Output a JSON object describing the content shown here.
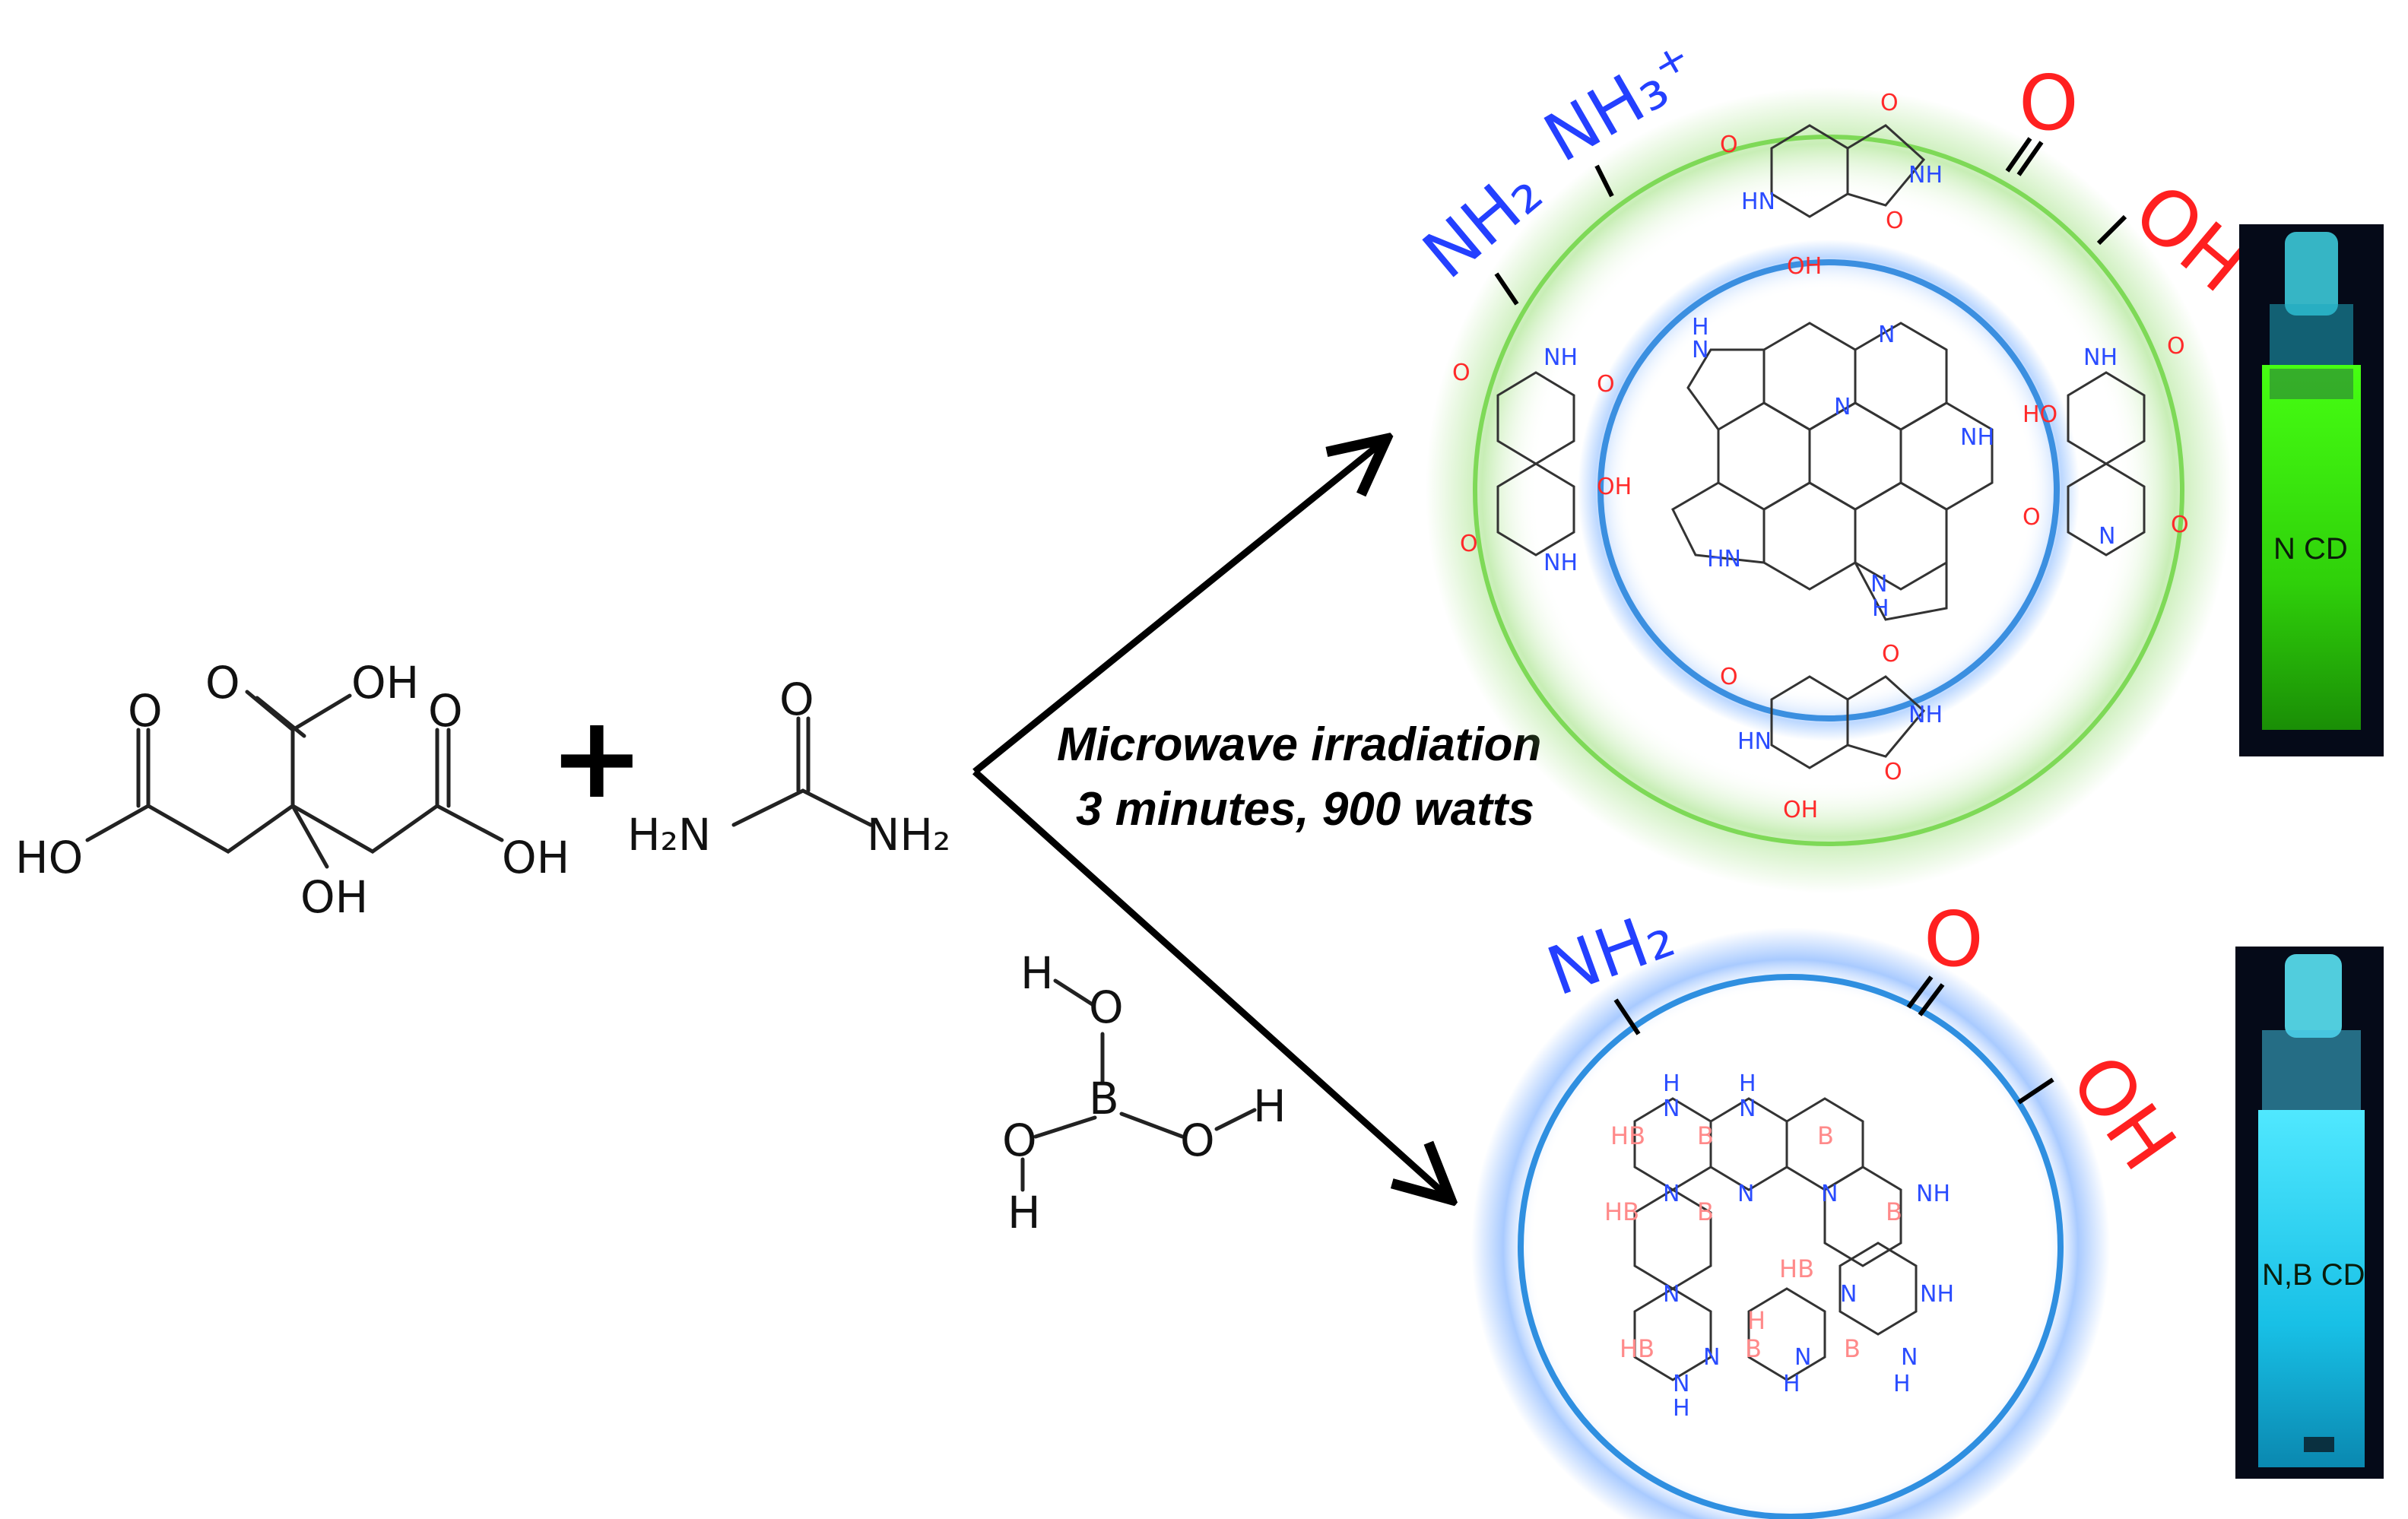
{
  "reactants": {
    "citric_acid": {
      "atoms": [
        "O",
        "OH",
        "O",
        "O",
        "HO",
        "OH",
        "OH"
      ]
    },
    "plus": "+",
    "urea": {
      "atoms": [
        "O",
        "H₂N",
        "NH₂"
      ]
    },
    "boric_acid": {
      "atoms": [
        "H",
        "O",
        "B",
        "O",
        "H",
        "O",
        "H"
      ]
    }
  },
  "conditions": {
    "line1": "Microwave irradiation",
    "line2": "3 minutes, 900 watts"
  },
  "product_top": {
    "surface_groups": [
      "NH₂",
      "NH₃⁺",
      "O",
      "OH"
    ],
    "vial_label": "N CD",
    "glow_color": "#7ed957",
    "core_color": "#3b8fe0",
    "vial_fluorescence": "#35e000"
  },
  "product_bottom": {
    "surface_groups": [
      "NH₂",
      "O",
      "OH"
    ],
    "vial_label": "N,B CD",
    "glow_color": "#6aa8ff",
    "vial_fluorescence": "#10c8e8"
  }
}
